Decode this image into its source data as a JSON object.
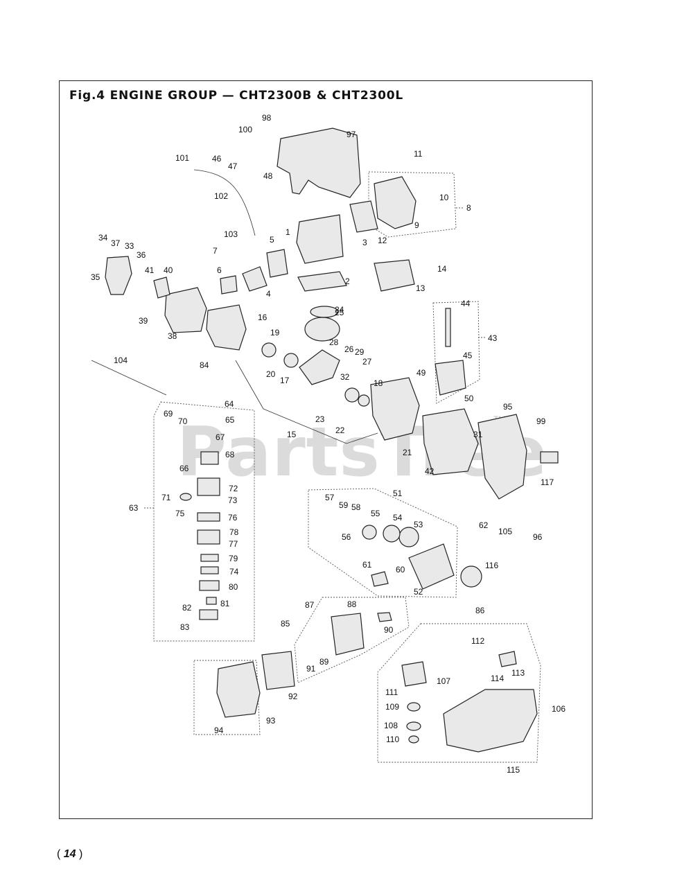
{
  "title": "Fig.4  ENGINE GROUP — CHT2300B & CHT2300L",
  "page_number": "14",
  "watermark": "PartsTree",
  "watermark_tm": "TM",
  "labels": [
    "1",
    "2",
    "3",
    "4",
    "5",
    "6",
    "7",
    "8",
    "9",
    "10",
    "11",
    "12",
    "13",
    "14",
    "15",
    "16",
    "17",
    "18",
    "19",
    "20",
    "21",
    "22",
    "23",
    "24",
    "25",
    "26",
    "27",
    "28",
    "29",
    "31",
    "32",
    "33",
    "34",
    "35",
    "36",
    "37",
    "38",
    "39",
    "40",
    "41",
    "42",
    "43",
    "44",
    "45",
    "46",
    "47",
    "48",
    "49",
    "50",
    "51",
    "52",
    "53",
    "54",
    "55",
    "56",
    "57",
    "58",
    "59",
    "60",
    "61",
    "62",
    "63",
    "64",
    "65",
    "66",
    "67",
    "68",
    "69",
    "70",
    "71",
    "72",
    "73",
    "74",
    "75",
    "76",
    "77",
    "78",
    "79",
    "80",
    "81",
    "82",
    "83",
    "84",
    "85",
    "86",
    "87",
    "88",
    "89",
    "90",
    "91",
    "92",
    "93",
    "94",
    "95",
    "96",
    "97",
    "98",
    "99",
    "100",
    "101",
    "102",
    "103",
    "104",
    "105",
    "106",
    "107",
    "108",
    "109",
    "110",
    "111",
    "112",
    "113",
    "114",
    "115",
    "116",
    "117"
  ]
}
